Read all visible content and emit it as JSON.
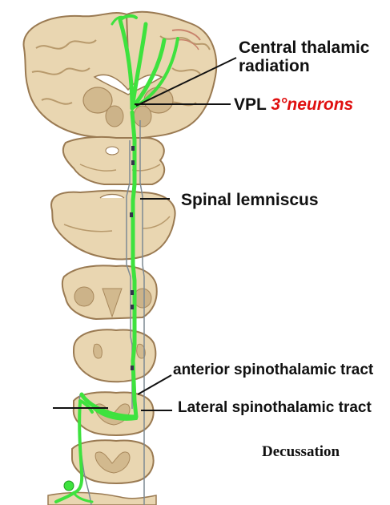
{
  "labels": {
    "central_thalamic_radiation_line1": "Central thalamic",
    "central_thalamic_radiation_line2": "radiation",
    "vpl": "VPL",
    "third_order_neurons": "3°neurons",
    "spinal_lemniscus": "Spinal lemniscus",
    "anterior_spinothalamic_tract": "anterior spinothalamic tract",
    "lateral_spinothalamic_tract": "Lateral spinothalamic tract",
    "decussation": "Decussation"
  },
  "colors": {
    "tract_green": "#3ee23e",
    "tissue_tan": "#e9d6b1",
    "tissue_outline": "#9a7a52",
    "gray_matter": "#d2b98e",
    "white_bg": "#ffffff",
    "highlight_red": "#e01010",
    "pathway_gray": "#7d8a94"
  }
}
